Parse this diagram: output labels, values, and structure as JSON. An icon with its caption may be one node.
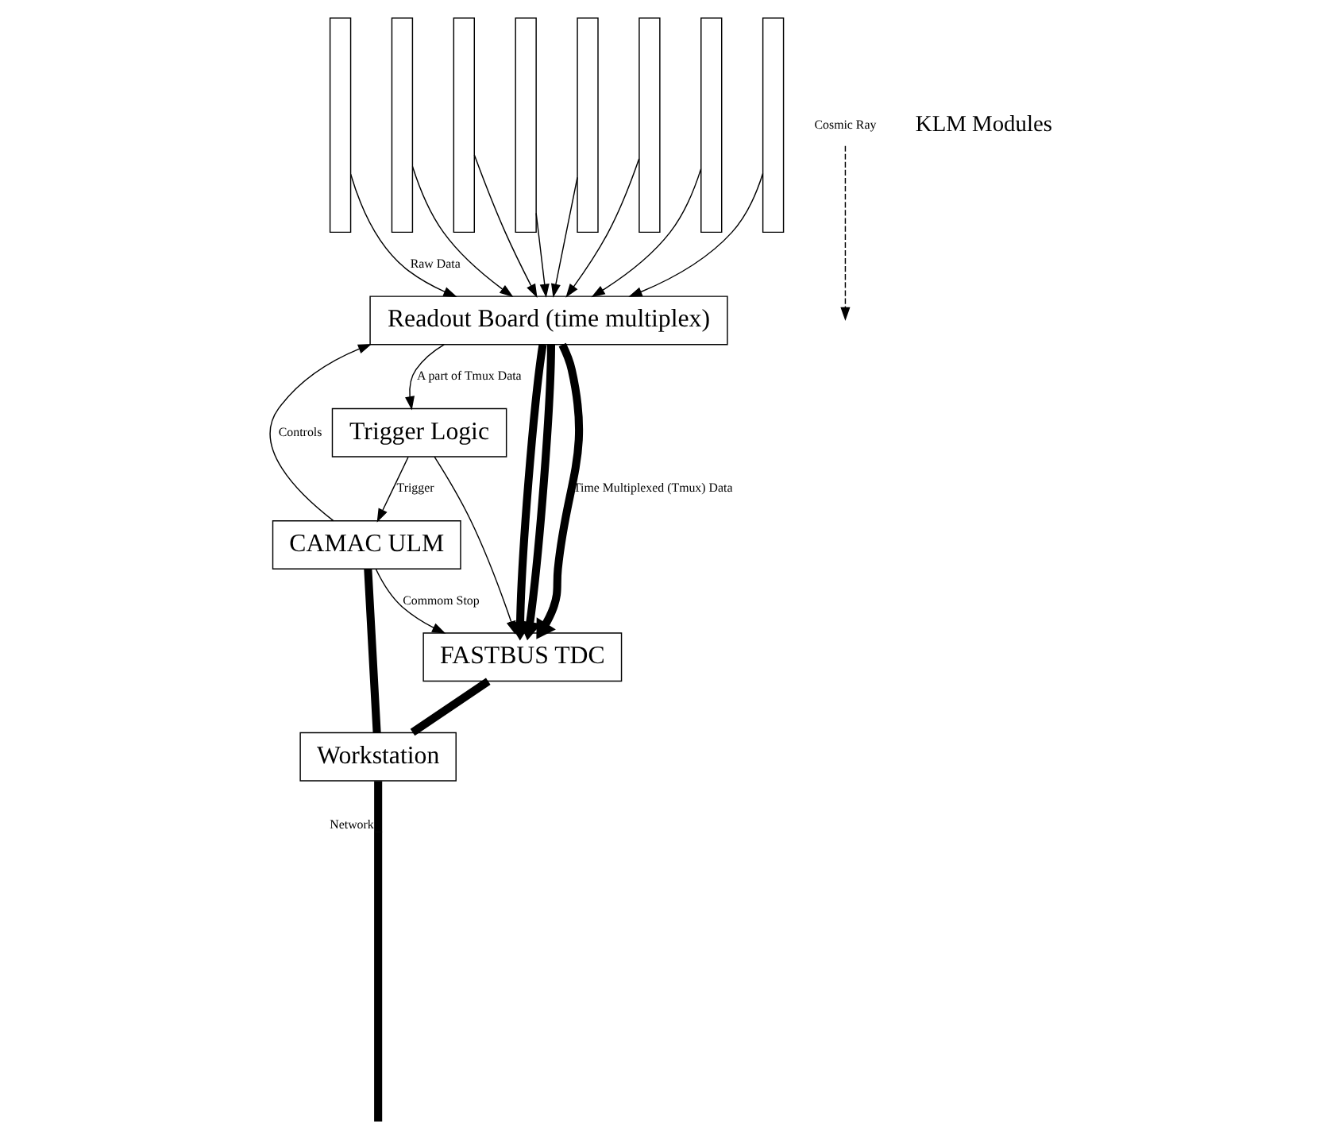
{
  "diagram": {
    "nodes": [
      {
        "text": [],
        "shape": "bar"
      },
      {
        "text": [],
        "shape": "bar"
      },
      {
        "text": [],
        "shape": "bar"
      },
      {
        "text": [],
        "shape": "bar"
      },
      {
        "text": [],
        "shape": "bar"
      },
      {
        "text": [],
        "shape": "bar"
      },
      {
        "text": [],
        "shape": "bar"
      },
      {
        "text": [],
        "shape": "bar"
      },
      {
        "text": [
          "Readout Board (time multiplex)"
        ]
      },
      {
        "text": [
          "Trigger Logic"
        ]
      },
      {
        "text": [
          "CAMAC ULM"
        ]
      },
      {
        "text": [
          "FASTBUS TDC"
        ]
      },
      {
        "text": [
          "Workstation"
        ]
      },
      {
        "text": [
          "Network"
        ]
      },
      {
        "text": [
          "Cosmic Ray"
        ]
      }
    ],
    "edges": [
      {
        "from": 0,
        "to": 8,
        "arrow": "to",
        "label": "Raw Data"
      },
      {
        "from": 1,
        "to": 8,
        "arrow": "to"
      },
      {
        "from": 2,
        "to": 8,
        "arrow": "to"
      },
      {
        "from": 3,
        "to": 8,
        "arrow": "to"
      },
      {
        "from": 4,
        "to": 8,
        "arrow": "to"
      },
      {
        "from": 5,
        "to": 8,
        "arrow": "to"
      },
      {
        "from": 6,
        "to": 8,
        "arrow": "to"
      },
      {
        "from": 7,
        "to": 8,
        "arrow": "to"
      },
      {
        "from": 8,
        "to": 9,
        "arrow": "to",
        "label": "A part of Tmux Data"
      },
      {
        "from": 9,
        "to": 10,
        "arrow": "to",
        "label": "Trigger"
      },
      {
        "from": 9,
        "to": 11,
        "arrow": "to"
      },
      {
        "from": 10,
        "to": 8,
        "arrow": "to",
        "label": "Controls"
      },
      {
        "from": 10,
        "to": 11,
        "arrow": "to",
        "label": "Commom Stop"
      },
      {
        "from": 8,
        "to": 11,
        "arrow": "to",
        "style": "thick"
      },
      {
        "from": 8,
        "to": 11,
        "arrow": "to",
        "style": "thick"
      },
      {
        "from": 8,
        "to": 11,
        "arrow": "to",
        "style": "thick",
        "label": "Time Multiplexed (Tmux) Data"
      },
      {
        "from": 10,
        "to": 12,
        "arrow": "none",
        "style": "thick"
      },
      {
        "from": 11,
        "to": 12,
        "arrow": "none",
        "style": "thick"
      },
      {
        "from": 12,
        "to": 13,
        "arrow": "none",
        "style": "thick"
      },
      {
        "from": 14,
        "to": null,
        "arrow": "to",
        "style": "dashed"
      }
    ],
    "labels": [
      "KLM Modules"
    ]
  }
}
